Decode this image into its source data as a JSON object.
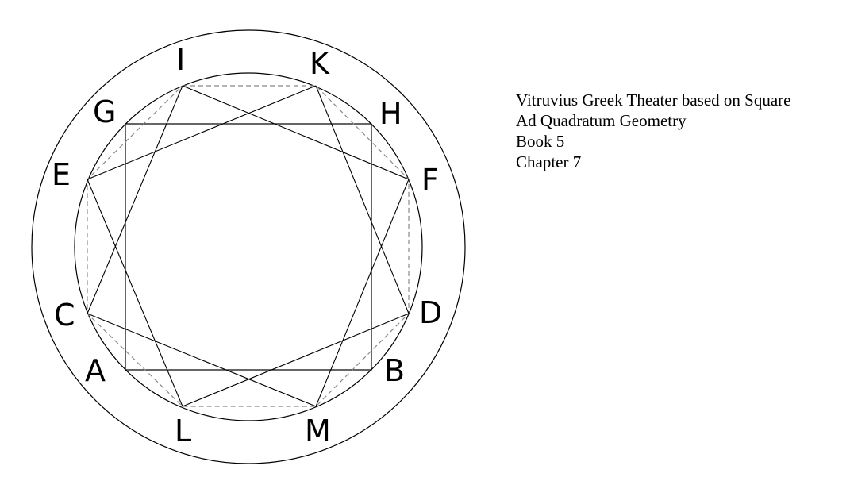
{
  "diagram": {
    "point_labels": [
      "A",
      "B",
      "C",
      "D",
      "E",
      "F",
      "G",
      "H",
      "I",
      "K",
      "L",
      "M"
    ],
    "line_color": "#000000",
    "dashed_color": "#888888"
  },
  "caption": {
    "lines": [
      "Vitruvius Greek Theater based on Square",
      "Ad Quadratum Geometry",
      "Book 5",
      "Chapter 7"
    ]
  }
}
